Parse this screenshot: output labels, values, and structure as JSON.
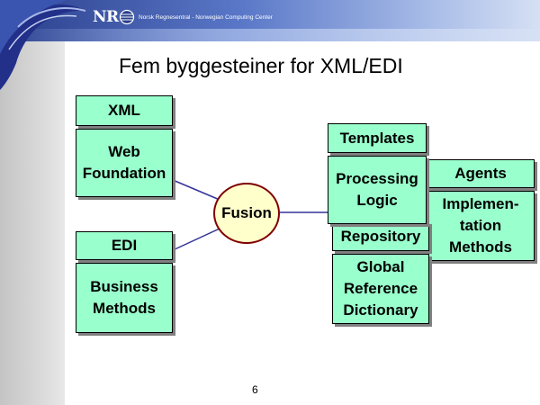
{
  "header": {
    "logo": "NR",
    "org_name": "Norsk Regnesentral - Norwegian Computing Center"
  },
  "slide": {
    "title": "Fem byggesteiner for XML/EDI",
    "page_number": "6"
  },
  "diagram": {
    "left_boxes": {
      "xml": "XML",
      "web_foundation": "Web\nFoundation",
      "edi": "EDI",
      "business_methods": "Business\nMethods"
    },
    "center": {
      "fusion": "Fusion"
    },
    "right_boxes": {
      "templates": "Templates",
      "processing_logic": "Processing\nLogic",
      "repository": "Repository",
      "global_reference_dictionary": "Global\nReference\nDictionary",
      "agents": "Agents",
      "implementation_methods": "Implemen-\ntation\nMethods"
    }
  },
  "colors": {
    "box_fill": "#99ffcc",
    "fusion_fill": "#ffffcc",
    "fusion_border": "#800000",
    "connector": "#333399",
    "header_blue": "#2a3f8c"
  }
}
